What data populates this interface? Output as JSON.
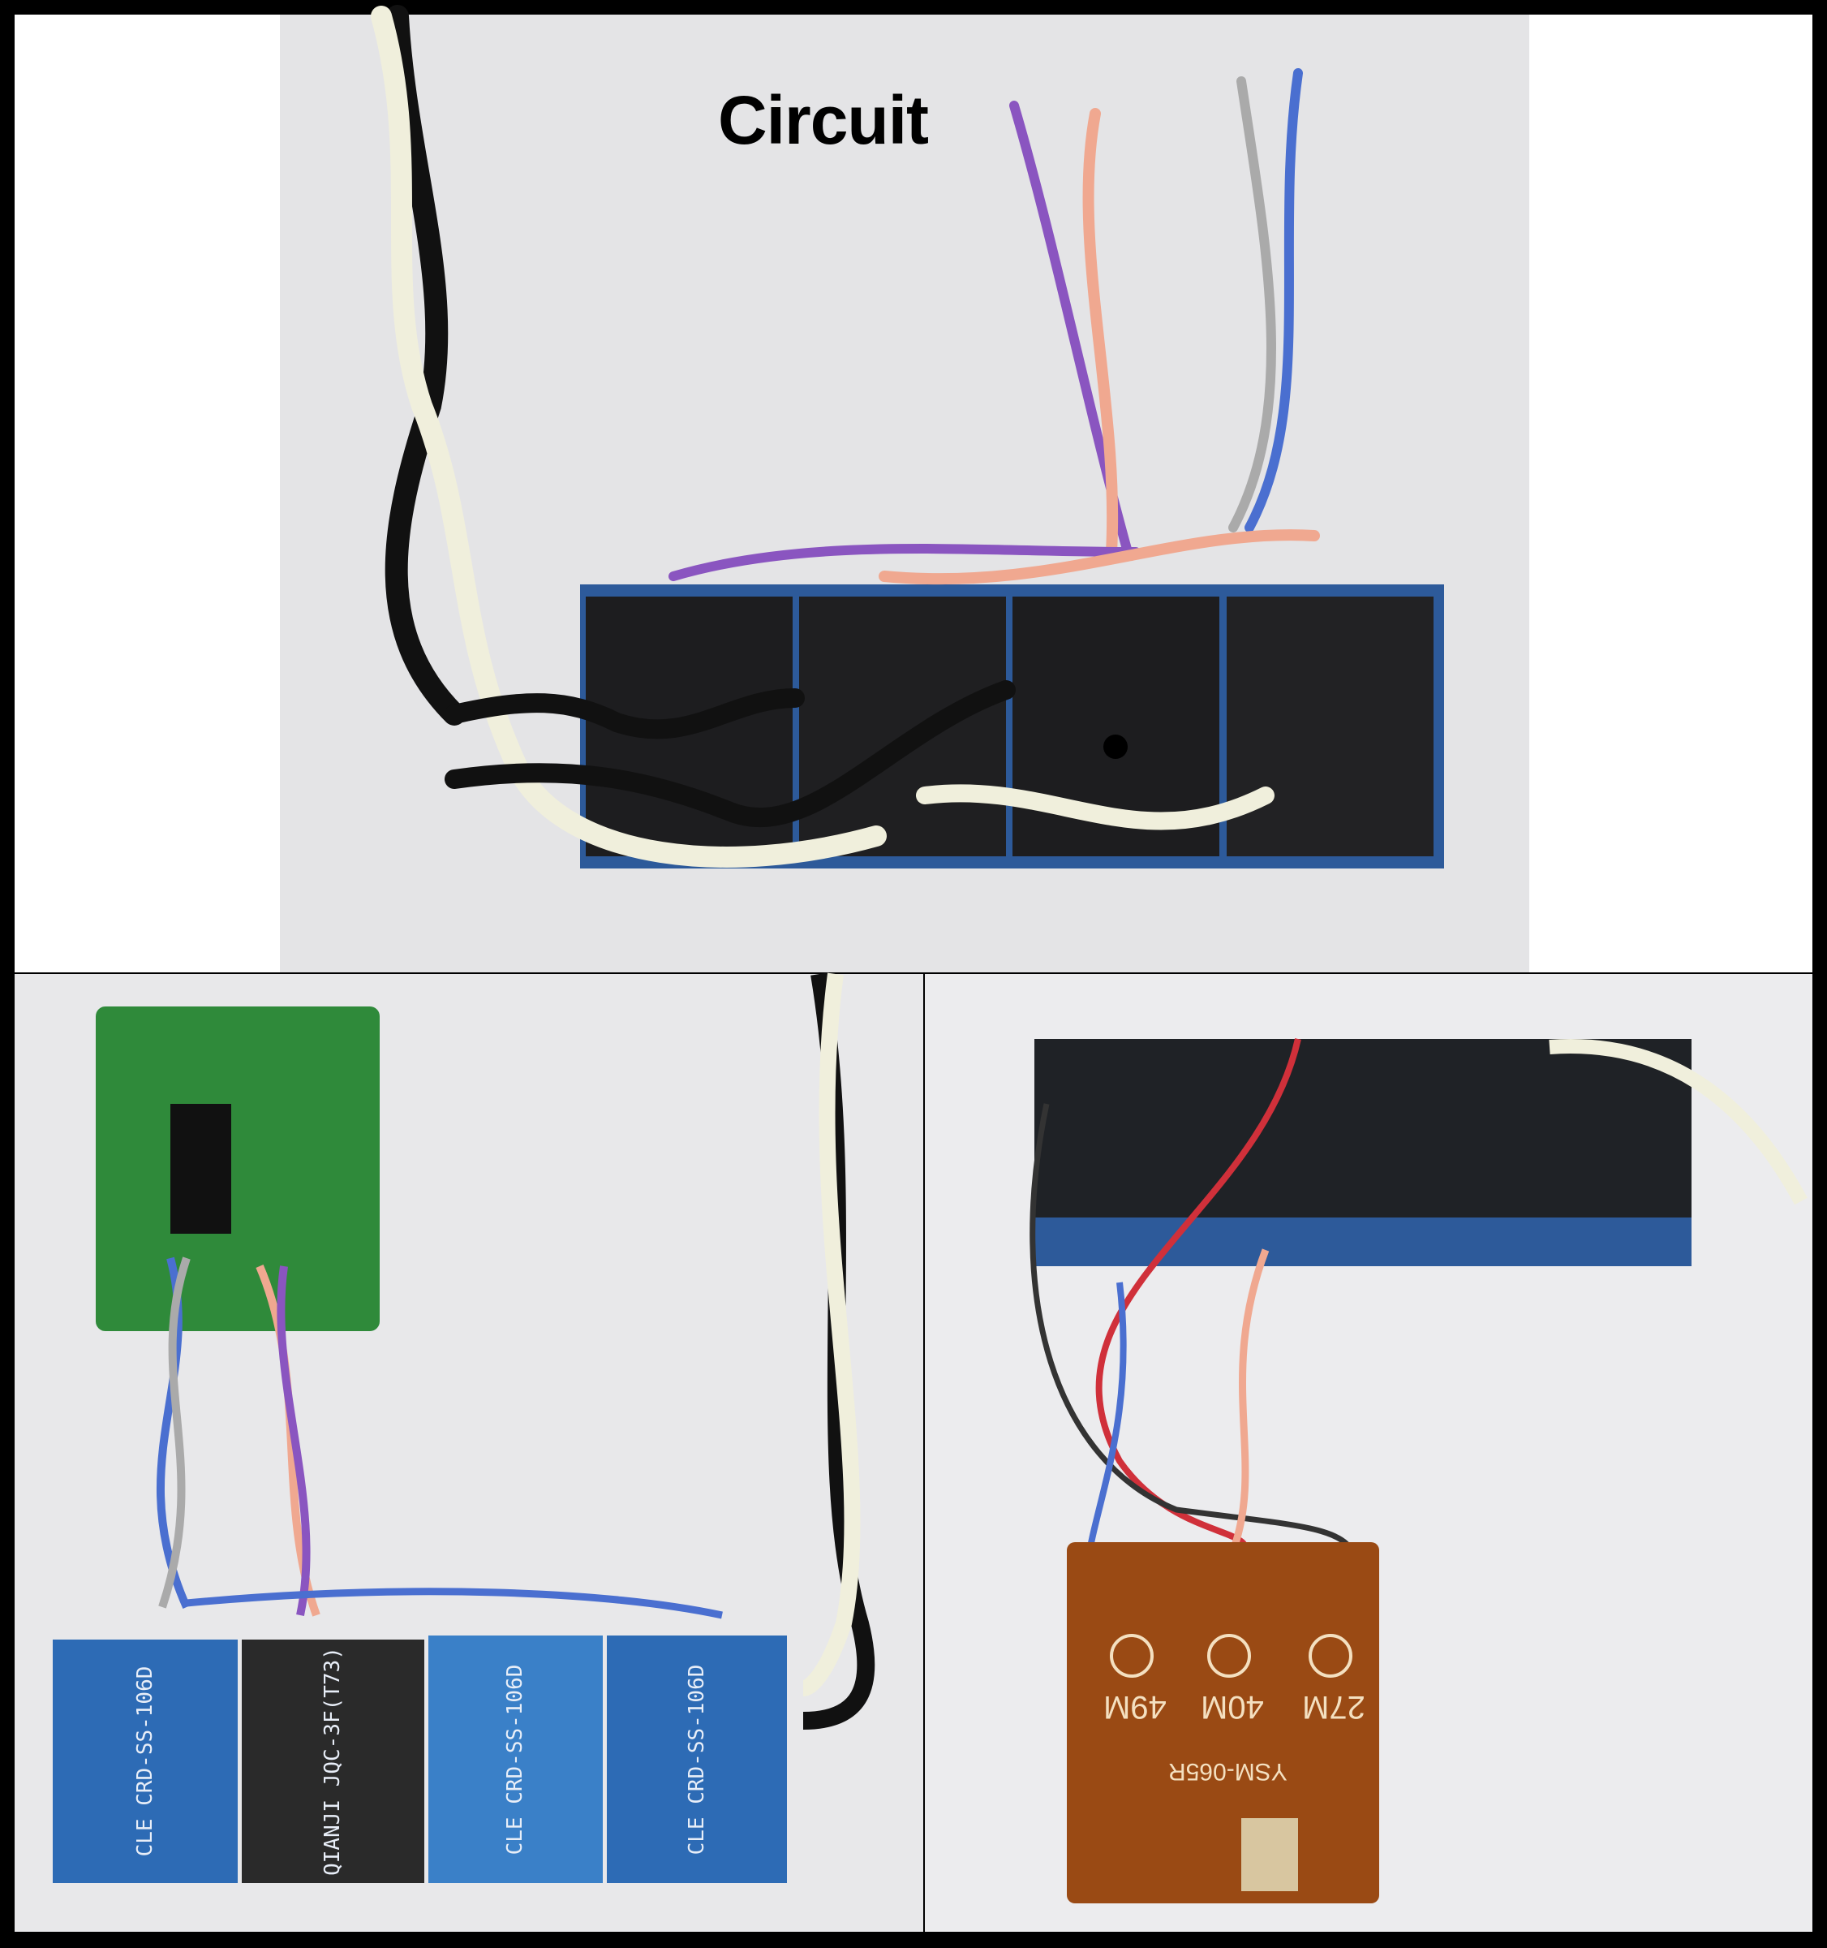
{
  "title": "Circuit",
  "colors": {
    "border": "#000000",
    "background": "#e6e6e8",
    "relay_blue": "#2d6bb5",
    "relay_black": "#2a2a2a",
    "pcb_green": "#2f8a3a",
    "pcb_brown": "#9a4a14"
  },
  "panels": [
    {
      "name": "relay-block-top-view"
    },
    {
      "name": "receiver-board-and-relays"
    },
    {
      "name": "relay-block-with-radio-board"
    }
  ],
  "relay_labels": [
    "CLE CRD-SS-106D",
    "QIANJI JQC-3F(T73)",
    "CLE CRD-SS-106D",
    "CLE CRD-SS-106D"
  ],
  "radio_board_labels": [
    "49M",
    "40M",
    "27M",
    "YSM-065R"
  ]
}
